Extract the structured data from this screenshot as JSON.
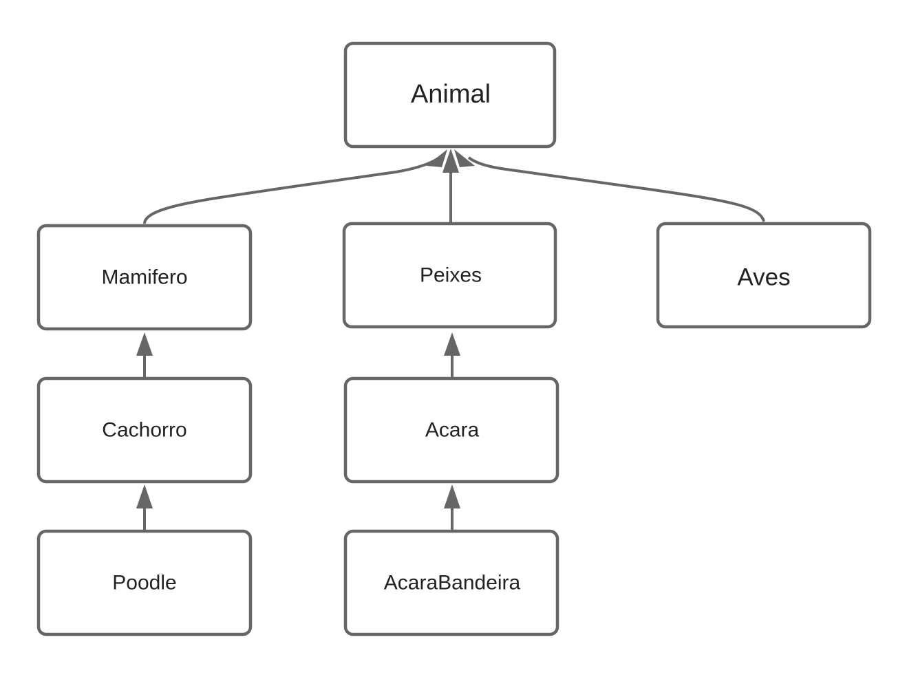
{
  "diagram": {
    "type": "class-inheritance-tree",
    "colors": {
      "box_border": "#666666",
      "box_fill": "#ffffff",
      "edge": "#666666",
      "text": "#222222",
      "background": "#ffffff"
    },
    "nodes": {
      "animal": "Animal",
      "mamifero": "Mamifero",
      "peixes": "Peixes",
      "aves": "Aves",
      "cachorro": "Cachorro",
      "acara": "Acara",
      "poodle": "Poodle",
      "acarabandeira": "AcaraBandeira"
    },
    "edges": [
      {
        "from": "mamifero",
        "to": "animal",
        "arrow": "hollow-inheritance"
      },
      {
        "from": "peixes",
        "to": "animal",
        "arrow": "hollow-inheritance"
      },
      {
        "from": "aves",
        "to": "animal",
        "arrow": "hollow-inheritance"
      },
      {
        "from": "cachorro",
        "to": "mamifero",
        "arrow": "hollow-inheritance"
      },
      {
        "from": "poodle",
        "to": "cachorro",
        "arrow": "hollow-inheritance"
      },
      {
        "from": "acara",
        "to": "peixes",
        "arrow": "hollow-inheritance"
      },
      {
        "from": "acarabandeira",
        "to": "acara",
        "arrow": "hollow-inheritance"
      }
    ]
  }
}
